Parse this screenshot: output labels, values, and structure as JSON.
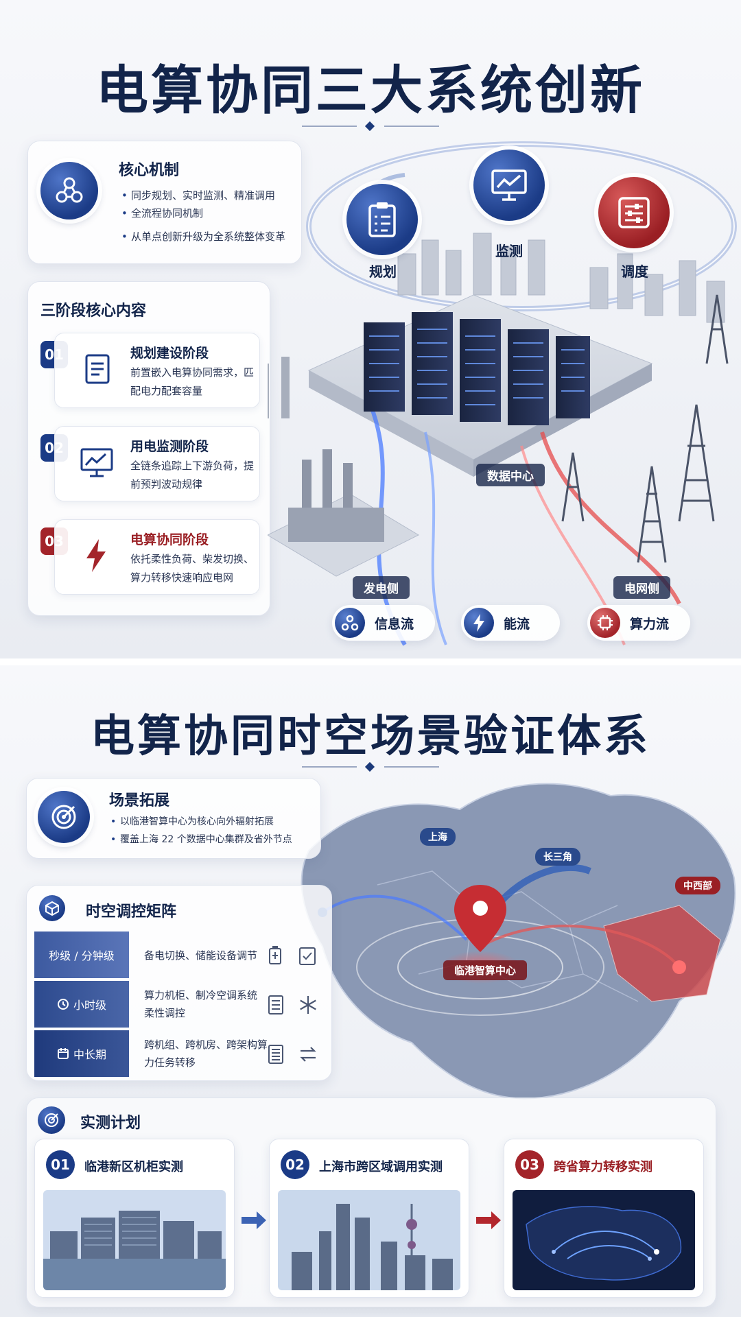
{
  "panel1": {
    "title": "电算协同三大系统创新",
    "core": {
      "title": "核心机制",
      "bullets": [
        "同步规划、实时监测、精准调用",
        "全流程协同机制",
        "从单点创新升级为全系统整体变革"
      ]
    },
    "stages": {
      "title": "三阶段核心内容",
      "items": [
        {
          "num": "01",
          "title": "规划建设阶段",
          "desc": "前置嵌入电算协同需求，匹配电力配套容量",
          "icon": "checklist-icon"
        },
        {
          "num": "02",
          "title": "用电监测阶段",
          "desc": "全链条追踪上下游负荷，提前预判波动规律",
          "icon": "monitor-chart-icon"
        },
        {
          "num": "03",
          "title": "电算协同阶段",
          "desc": "依托柔性负荷、柴发切换、算力转移快速响应电网",
          "icon": "lightning-icon"
        }
      ]
    },
    "cycle": {
      "items": [
        {
          "label": "规划",
          "icon": "clipboard-icon",
          "color": "#1b3b86"
        },
        {
          "label": "监测",
          "icon": "monitor-chart-icon",
          "color": "#1b3b86"
        },
        {
          "label": "调度",
          "icon": "sliders-icon",
          "color": "#a3242a"
        }
      ]
    },
    "scene_labels": {
      "data_center": "数据中心",
      "generation": "发电侧",
      "grid": "电网侧"
    },
    "flows": [
      {
        "label": "信息流",
        "icon": "network-icon",
        "color": "#1b3b86"
      },
      {
        "label": "能流",
        "icon": "lightning-icon",
        "color": "#1b3b86"
      },
      {
        "label": "算力流",
        "icon": "chip-icon",
        "color": "#a3242a"
      }
    ]
  },
  "panel2": {
    "title": "电算协同时空场景验证体系",
    "expand": {
      "title": "场景拓展",
      "bullets": [
        "以临港智算中心为核心向外辐射拓展",
        "覆盖上海 22 个数据中心集群及省外节点"
      ]
    },
    "matrix": {
      "title": "时空调控矩阵",
      "rows": [
        {
          "label": "秒级 / 分钟级",
          "desc": "备电切换、储能设备调节",
          "icons": [
            "battery-icon",
            "clipboard-check-icon"
          ]
        },
        {
          "label": "小时级",
          "desc": "算力机柜、制冷空调系统柔性调控",
          "icons": [
            "server-rack-icon",
            "snowflake-icon"
          ]
        },
        {
          "label": "中长期",
          "desc": "跨机组、跨机房、跨架构算力任务转移",
          "icons": [
            "server-icon",
            "swap-arrows-icon"
          ]
        }
      ]
    },
    "map": {
      "center": "临港智算中心",
      "tags": [
        "上海",
        "长三角",
        "中西部"
      ]
    },
    "plan": {
      "title": "实测计划",
      "items": [
        {
          "num": "01",
          "title": "临港新区机柜实测",
          "image": "waterfront-buildings-photo"
        },
        {
          "num": "02",
          "title": "上海市跨区域调用实测",
          "image": "shanghai-skyline-photo"
        },
        {
          "num": "03",
          "title": "跨省算力转移实测",
          "image": "china-network-map"
        }
      ]
    }
  }
}
